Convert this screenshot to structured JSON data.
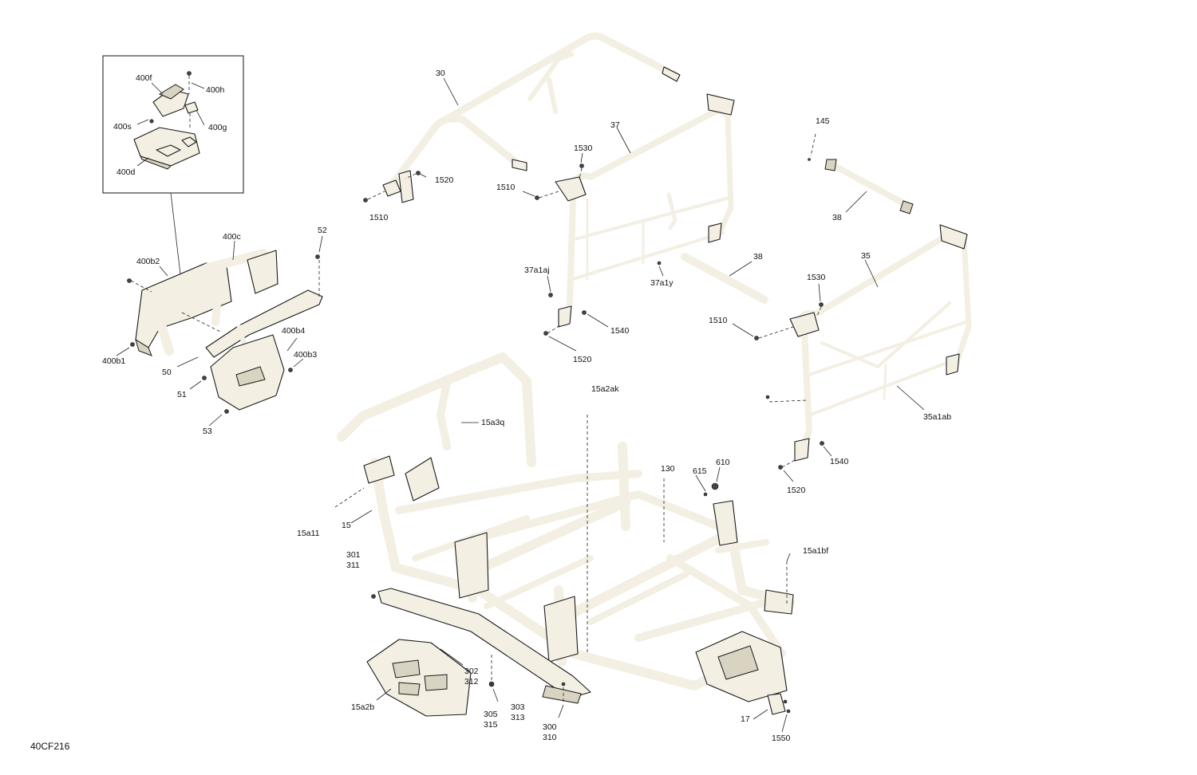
{
  "figure_id": "40CF216",
  "callouts": {
    "c30": "30",
    "c37": "37",
    "c1530a": "1530",
    "c1520a": "1520",
    "c1510a": "1510",
    "c1510b": "1510",
    "c145": "145",
    "c38a": "38",
    "c38b": "38",
    "c35": "35",
    "c1530b": "1530",
    "c1510c": "1510",
    "c37a1aj": "37a1aj",
    "c37a1y": "37a1y",
    "c1540a": "1540",
    "c1520b": "1520",
    "c35a1ab": "35a1ab",
    "c1540b": "1540",
    "c1520c": "1520",
    "c400f": "400f",
    "c400h": "400h",
    "c400s": "400s",
    "c400g": "400g",
    "c400d": "400d",
    "c400c": "400c",
    "c400b2": "400b2",
    "c52": "52",
    "c400b4": "400b4",
    "c400b3": "400b3",
    "c400b1": "400b1",
    "c50": "50",
    "c51": "51",
    "c53": "53",
    "c15a2ak": "15a2ak",
    "c15a3q": "15a3q",
    "c130": "130",
    "c615": "615",
    "c610": "610",
    "c15a11": "15a11",
    "c15": "15",
    "c15a1bf": "15a1bf",
    "c301": "301",
    "c311": "311",
    "c302": "302",
    "c312": "312",
    "c15a2b": "15a2b",
    "c305": "305",
    "c315": "315",
    "c303": "303",
    "c313": "313",
    "c300": "300",
    "c310": "310",
    "c17": "17",
    "c1550": "1550"
  }
}
